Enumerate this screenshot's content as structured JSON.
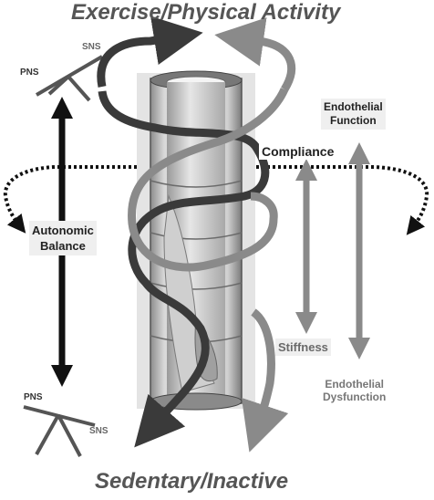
{
  "title_top": "Exercise/Physical Activity",
  "title_bottom": "Sedentary/Inactive",
  "seesaw_top": {
    "left": "PNS",
    "right": "SNS"
  },
  "seesaw_bottom": {
    "left": "PNS",
    "right": "SNS"
  },
  "autonomic_line1": "Autonomic",
  "autonomic_line2": "Balance",
  "compliance": "Compliance",
  "stiffness": "Stiffness",
  "endothelial_function_line1": "Endothelial",
  "endothelial_function_line2": "Function",
  "endothelial_dys_line1": "Endothelial",
  "endothelial_dys_line2": "Dysfunction",
  "colors": {
    "dark": "#3a3a3a",
    "mid": "#8a8a8a",
    "black": "#111111",
    "vessel": "#b8b8b8"
  }
}
